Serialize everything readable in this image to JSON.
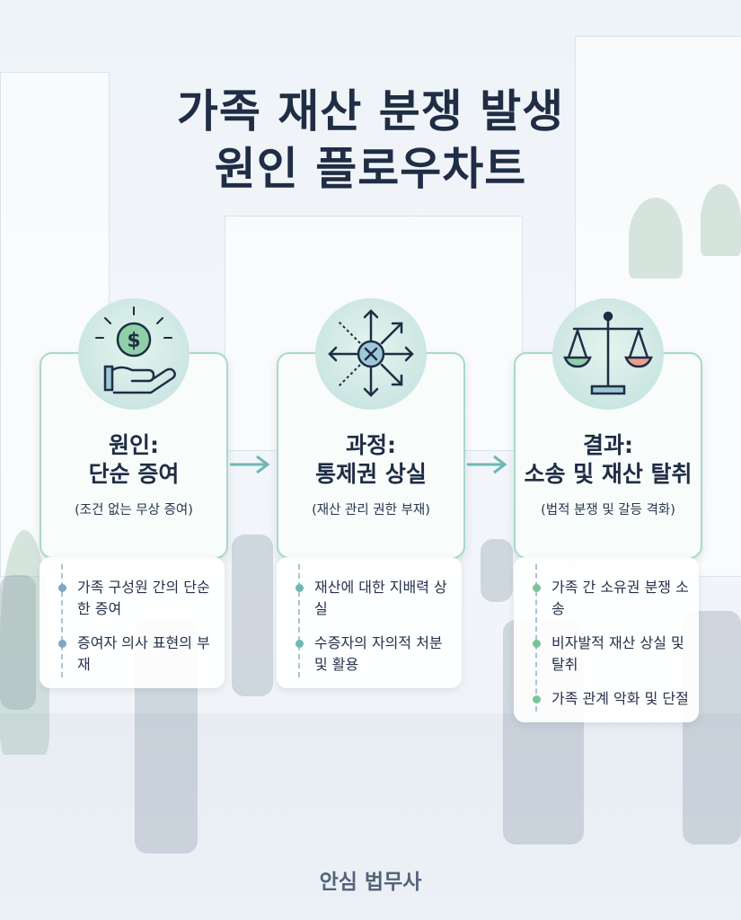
{
  "title": {
    "line1": "가족 재산 분쟁 발생",
    "line2": "원인 플로우차트"
  },
  "steps": [
    {
      "icon": "dollar-giving-hand-icon",
      "heading1": "원인:",
      "heading2": "단순 증여",
      "subtitle": "(조건 없는 무상 증여)",
      "bullets": [
        "가족 구성원 간의 단순한 증여",
        "증여자 의사 표현의 부재"
      ],
      "dot_color": "#7fa7c6"
    },
    {
      "icon": "scattered-arrows-icon",
      "heading1": "과정:",
      "heading2": "통제권 상실",
      "subtitle": "(재산 관리 권한 부재)",
      "bullets": [
        "재산에 대한 지배력 상실",
        "수증자의 자의적 처분 및 활용"
      ],
      "dot_color": "#6fb7b4"
    },
    {
      "icon": "balance-scale-icon",
      "heading1": "결과:",
      "heading2": "소송 및 재산 탈취",
      "subtitle": "(법적 분쟁 및 갈등 격화)",
      "bullets": [
        "가족 간 소유권 분쟁 소송",
        "비자발적 재산 상실 및 탈취",
        "가족 관계 악화 및 단절"
      ],
      "dot_color": "#7cc29a"
    }
  ],
  "footer": "안심 법무사",
  "colors": {
    "title": "#1f2d45",
    "card_border": "#a9d8c9",
    "arrow": "#6fb7b4"
  }
}
